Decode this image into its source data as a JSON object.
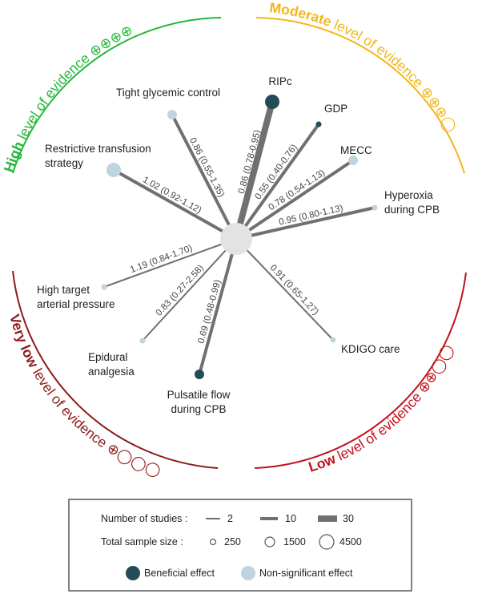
{
  "colors": {
    "high": "#22b83a",
    "moderate": "#f3b617",
    "low": "#c1121c",
    "very_low": "#8b1a1a",
    "beneficial": "#234b58",
    "non_significant": "#bed4df",
    "spoke": "#707070",
    "center": "#e3e3e3"
  },
  "categories": {
    "high": {
      "bold": "High",
      "rest": " level of evidence ",
      "symbols": "⊕⊕⊕⊕"
    },
    "moderate": {
      "bold": "Moderate",
      "rest": " level of evidence ",
      "symbols": "⊕⊕⊕◯"
    },
    "low": {
      "bold": "Low",
      "rest": " level of evidence ",
      "symbols": "⊕⊕◯◯"
    },
    "very_low": {
      "bold": "Very low",
      "rest": " level of evidence ",
      "symbols": "⊕◯◯◯"
    }
  },
  "interventions": [
    {
      "label": [
        "Tight glycemic control"
      ],
      "estimate": "0.86 (0.55-1.35)",
      "effect": "non_significant",
      "studies": 10,
      "sample": "medium"
    },
    {
      "label": [
        "RIPc"
      ],
      "estimate": "0.86 (0.78-0.95)",
      "effect": "beneficial",
      "studies": 30,
      "sample": "large"
    },
    {
      "label": [
        "GDP"
      ],
      "estimate": "0.55 (0.40-0.76)",
      "effect": "beneficial",
      "studies": 10,
      "sample": "small"
    },
    {
      "label": [
        "MECC"
      ],
      "estimate": "0.78 (0.54-1.13)",
      "effect": "non_significant",
      "studies": 10,
      "sample": "medium"
    },
    {
      "label": [
        "Hyperoxia",
        "during CPB"
      ],
      "estimate": "0.95 (0.80-1.13)",
      "effect": "non_significant",
      "studies": 10,
      "sample": "small"
    },
    {
      "label": [
        "Restrictive transfusion",
        "strategy"
      ],
      "estimate": "1.02 (0.92-1.12)",
      "effect": "non_significant",
      "studies": 10,
      "sample": "large"
    },
    {
      "label": [
        "High target",
        "arterial pressure"
      ],
      "estimate": "1.19 (0.84-1.70)",
      "effect": "non_significant",
      "studies": 2,
      "sample": "small"
    },
    {
      "label": [
        "Epidural",
        "analgesia"
      ],
      "estimate": "0.83 (0.27-2.58)",
      "effect": "non_significant",
      "studies": 2,
      "sample": "small"
    },
    {
      "label": [
        "Pulsatile flow",
        "during CPB"
      ],
      "estimate": "0.69 (0.48-0.99)",
      "effect": "beneficial",
      "studies": 10,
      "sample": "medium"
    },
    {
      "label": [
        "KDIGO care"
      ],
      "estimate": "0.91 (0.65-1.27)",
      "effect": "non_significant",
      "studies": 2,
      "sample": "small"
    }
  ],
  "legend": {
    "studies_label": "Number of studies :",
    "studies": [
      "2",
      "10",
      "30"
    ],
    "sample_label": "Total sample size :",
    "samples": [
      "250",
      "1500",
      "4500"
    ],
    "beneficial": "Beneficial effect",
    "non_significant": "Non-significant effect"
  }
}
